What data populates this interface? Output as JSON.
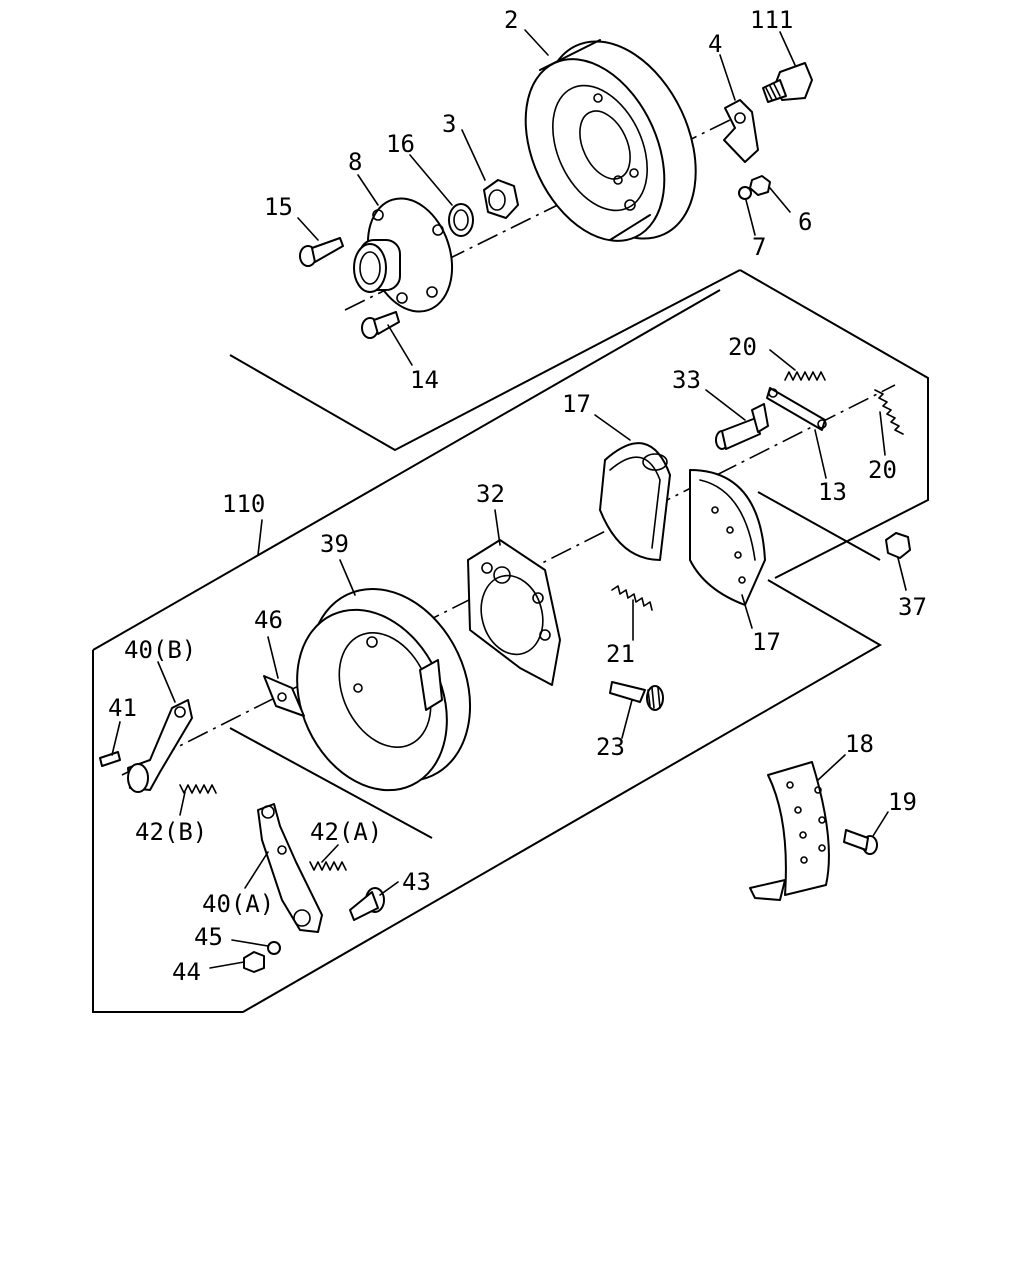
{
  "labels": {
    "p2": "2",
    "p111": "111",
    "p4": "4",
    "p3": "3",
    "p16": "16",
    "p8": "8",
    "p15": "15",
    "p6": "6",
    "p7": "7",
    "p14": "14",
    "p20a": "20",
    "p33": "33",
    "p17a": "17",
    "p20b": "20",
    "p13": "13",
    "p110": "110",
    "p32": "32",
    "p39": "39",
    "p46": "46",
    "p40b": "40(B)",
    "p41": "41",
    "p21": "21",
    "p17b": "17",
    "p37": "37",
    "p23": "23",
    "p18": "18",
    "p42b": "42(B)",
    "p42a": "42(A)",
    "p19": "19",
    "p43": "43",
    "p40a": "40(A)",
    "p45": "45",
    "p44": "44"
  }
}
